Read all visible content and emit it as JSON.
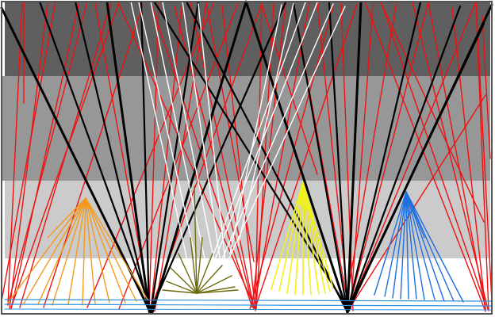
{
  "colors": {
    "band_top": "#5f5f5f",
    "band_upper_mid": "#979797",
    "band_lower_mid": "#cbcbcb",
    "band_bottom": "#ffffff",
    "frame": "#555555",
    "red": "#ee1111",
    "black": "#000000",
    "white": "#ffffff",
    "orange": "#f39a1c",
    "olive": "#6b6b0e",
    "yellow": "#f2f21a",
    "blue": "#1f6fe0",
    "baseline_blue": "#2f8fd8"
  },
  "bands": [
    {
      "name": "band-top",
      "color_key": "band_top"
    },
    {
      "name": "band-upper-mid",
      "color_key": "band_upper_mid"
    },
    {
      "name": "band-lower-mid",
      "color_key": "band_lower_mid"
    },
    {
      "name": "band-bottom",
      "color_key": "band_bottom"
    }
  ],
  "line_groups": [
    {
      "name": "red-rays",
      "color_key": "red",
      "count": 46
    },
    {
      "name": "black-rays",
      "color_key": "black",
      "count": 18
    },
    {
      "name": "white-rays",
      "color_key": "white",
      "count": 12
    },
    {
      "name": "orange-fan",
      "color_key": "orange",
      "count": 12
    },
    {
      "name": "olive-fan",
      "color_key": "olive",
      "count": 12
    },
    {
      "name": "yellow-fan",
      "color_key": "yellow",
      "count": 11
    },
    {
      "name": "blue-fan",
      "color_key": "blue",
      "count": 12
    },
    {
      "name": "baseline-lines",
      "color_key": "baseline_blue",
      "count": 3
    }
  ]
}
